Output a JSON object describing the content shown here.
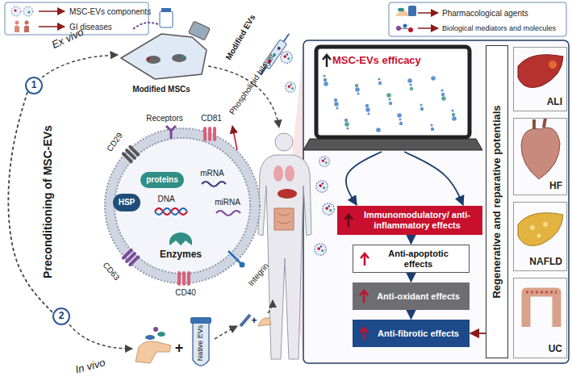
{
  "diagram": {
    "nodes": [
      {
        "text": [
          "1"
        ]
      },
      {
        "text": [
          "proteins"
        ]
      },
      {
        "text": [
          "HSP"
        ]
      },
      {
        "text": [
          "2"
        ]
      },
      {
        "text": [
          "MSC-EVs efficacy"
        ]
      },
      {
        "text": [
          "Immunomodulatory/ anti-inflammatory effects"
        ]
      },
      {
        "text": [
          "Anti-apoptotic effects"
        ]
      },
      {
        "text": [
          "Anti-oxidant effects"
        ]
      },
      {
        "text": [
          "Anti-fibrotic effects"
        ]
      },
      {
        "text": [
          "Regenerative and reparative potentials"
        ]
      },
      {
        "text": [
          "ALI"
        ]
      },
      {
        "text": [
          "HF"
        ]
      },
      {
        "text": [
          "NAFLD"
        ]
      },
      {
        "text": [
          "UC"
        ]
      }
    ],
    "edges": [
      {
        "from": 0,
        "to": 3,
        "arrow": "none"
      },
      {
        "from": 4,
        "to": 5,
        "arrow": "to"
      },
      {
        "from": 4,
        "to": 5,
        "arrow": "to"
      },
      {
        "from": 5,
        "to": 6,
        "arrow": "to"
      },
      {
        "from": 6,
        "to": 7,
        "arrow": "to"
      },
      {
        "from": 7,
        "to": 8,
        "arrow": "to"
      },
      {
        "from": 9,
        "to": 8,
        "arrow": "to"
      }
    ],
    "labels": [
      "Preconditioning of MSC-EVs",
      "Ex vivo",
      "Modified MSCs",
      "Modified EVs",
      "Receptors",
      "CD81",
      "Phospholipid bilayer",
      "CD29",
      "mRNA",
      "DNA",
      "miRNA",
      "Enzymes",
      "Integrin",
      "CD63",
      "CD40",
      "In vivo",
      "+",
      "Native EVs",
      "+"
    ],
    "legend": [
      {
        "text": "MSC-EVs components"
      },
      {
        "text": "GI diseases"
      },
      {
        "text": "Pharmacological agents"
      },
      {
        "text": "Biological mediators and molecules"
      }
    ]
  }
}
